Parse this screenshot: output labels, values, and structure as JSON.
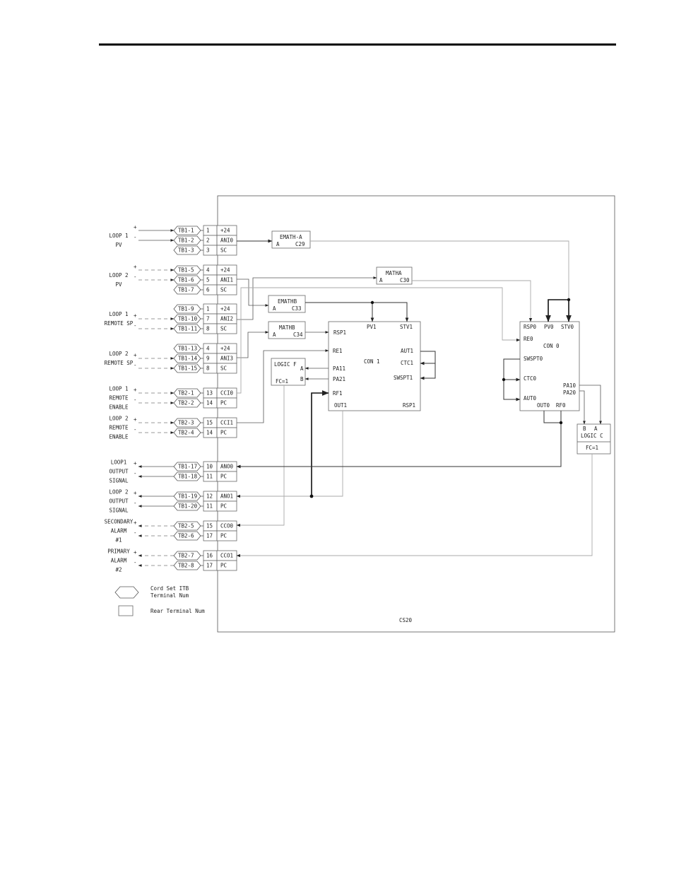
{
  "loops": [
    {
      "id": "loop1_pv",
      "lines": [
        "LOOP 1",
        "PV"
      ],
      "terminals": [
        {
          "tb": "TB1-1",
          "num": "1",
          "fn": "+24",
          "sign": "+"
        },
        {
          "tb": "TB1-2",
          "num": "2",
          "fn": "ANI0",
          "sign": "-"
        },
        {
          "tb": "TB1-3",
          "num": "3",
          "fn": "SC",
          "sign": ""
        }
      ]
    },
    {
      "id": "loop2_pv",
      "lines": [
        "LOOP 2",
        "PV"
      ],
      "terminals": [
        {
          "tb": "TB1-5",
          "num": "4",
          "fn": "+24",
          "sign": "+"
        },
        {
          "tb": "TB1-6",
          "num": "5",
          "fn": "ANI1",
          "sign": "-"
        },
        {
          "tb": "TB1-7",
          "num": "6",
          "fn": "SC",
          "sign": ""
        }
      ]
    },
    {
      "id": "loop1_rsp",
      "lines": [
        "LOOP 1",
        "REMOTE SP"
      ],
      "terminals": [
        {
          "tb": "TB1-9",
          "num": "1",
          "fn": "+24",
          "sign": ""
        },
        {
          "tb": "TB1-10",
          "num": "7",
          "fn": "ANI2",
          "sign": "+"
        },
        {
          "tb": "TB1-11",
          "num": "8",
          "fn": "SC",
          "sign": "-"
        }
      ]
    },
    {
      "id": "loop2_rsp",
      "lines": [
        "LOOP 2",
        "REMOTE SP"
      ],
      "terminals": [
        {
          "tb": "TB1-13",
          "num": "4",
          "fn": "+24",
          "sign": ""
        },
        {
          "tb": "TB1-14",
          "num": "9",
          "fn": "ANI3",
          "sign": "+"
        },
        {
          "tb": "TB1-15",
          "num": "8",
          "fn": "SC",
          "sign": "-"
        }
      ]
    },
    {
      "id": "loop1_enable",
      "lines": [
        "LOOP 1",
        "REMOTE",
        "ENABLE"
      ],
      "terminals": [
        {
          "tb": "TB2-1",
          "num": "13",
          "fn": "CCI0",
          "sign": "+"
        },
        {
          "tb": "TB2-2",
          "num": "14",
          "fn": "PC",
          "sign": "-"
        }
      ]
    },
    {
      "id": "loop2_enable",
      "lines": [
        "LOOP 2",
        "REMOTE",
        "ENABLE"
      ],
      "terminals": [
        {
          "tb": "TB2-3",
          "num": "15",
          "fn": "CCI1",
          "sign": "+"
        },
        {
          "tb": "TB2-4",
          "num": "14",
          "fn": "PC",
          "sign": "-"
        }
      ]
    },
    {
      "id": "loop1_out",
      "lines": [
        "LOOP1",
        "OUTPUT",
        "SIGNAL"
      ],
      "terminals": [
        {
          "tb": "TB1-17",
          "num": "10",
          "fn": "ANO0",
          "sign": "+"
        },
        {
          "tb": "TB1-18",
          "num": "11",
          "fn": "PC",
          "sign": "-"
        }
      ]
    },
    {
      "id": "loop2_out",
      "lines": [
        "LOOP 2",
        "OUTPUT",
        "SIGNAL"
      ],
      "terminals": [
        {
          "tb": "TB1-19",
          "num": "12",
          "fn": "ANO1",
          "sign": "+"
        },
        {
          "tb": "TB1-20",
          "num": "11",
          "fn": "PC",
          "sign": "-"
        }
      ]
    },
    {
      "id": "sec_alarm",
      "lines": [
        "SECONDARY",
        "ALARM",
        "#1"
      ],
      "terminals": [
        {
          "tb": "TB2-5",
          "num": "15",
          "fn": "CCO0",
          "sign": "+"
        },
        {
          "tb": "TB2-6",
          "num": "17",
          "fn": "PC",
          "sign": "-"
        }
      ]
    },
    {
      "id": "pri_alarm",
      "lines": [
        "PRIMARY",
        "ALARM",
        "#2"
      ],
      "terminals": [
        {
          "tb": "TB2-7",
          "num": "16",
          "fn": "CCO1",
          "sign": "+"
        },
        {
          "tb": "TB2-8",
          "num": "17",
          "fn": "PC",
          "sign": "-"
        }
      ]
    }
  ],
  "blocks": {
    "emath_a": {
      "title": "EMATH-A",
      "in": "A",
      "out": "C29"
    },
    "matha": {
      "title": "MATHA",
      "in": "A",
      "out": "C30"
    },
    "emath_b": {
      "title": "EMATHB",
      "in": "A",
      "out": "C33"
    },
    "math_b": {
      "title": "MATHB",
      "in": "A",
      "out": "C34"
    },
    "logic_f": {
      "title": "LOGIC F",
      "a": "A",
      "b": "B",
      "fc": "FC=1"
    },
    "con1": {
      "title": "CON 1",
      "rsp": "RSP1",
      "re": "RE1",
      "pa1": "PA11",
      "pa2": "PA21",
      "rf": "RF1",
      "out": "OUT1",
      "rsp_out": "RSP1",
      "pv": "PV1",
      "stv": "STV1",
      "aut": "AUT1",
      "ctc": "CTC1",
      "swspt": "SWSPT1"
    },
    "con0": {
      "title": "CON 0",
      "rsp": "RSP0",
      "pv": "PV0",
      "stv": "STV0",
      "re": "RE0",
      "swspt": "SWSPT0",
      "ctc": "CTC0",
      "aut": "AUT0",
      "pa1": "PA10",
      "pa2": "PA20",
      "out": "OUT0",
      "rf": "RF0"
    },
    "logic_c": {
      "b": "B",
      "a": "A",
      "title": "LOGIC C",
      "fc": "FC=1"
    }
  },
  "legend": [
    {
      "shape": "hexagon",
      "lines": [
        "Cord Set ITB",
        "Terminal Num"
      ]
    },
    {
      "shape": "square",
      "lines": [
        "Rear Terminal Num"
      ]
    }
  ],
  "frame_label": "CS20"
}
